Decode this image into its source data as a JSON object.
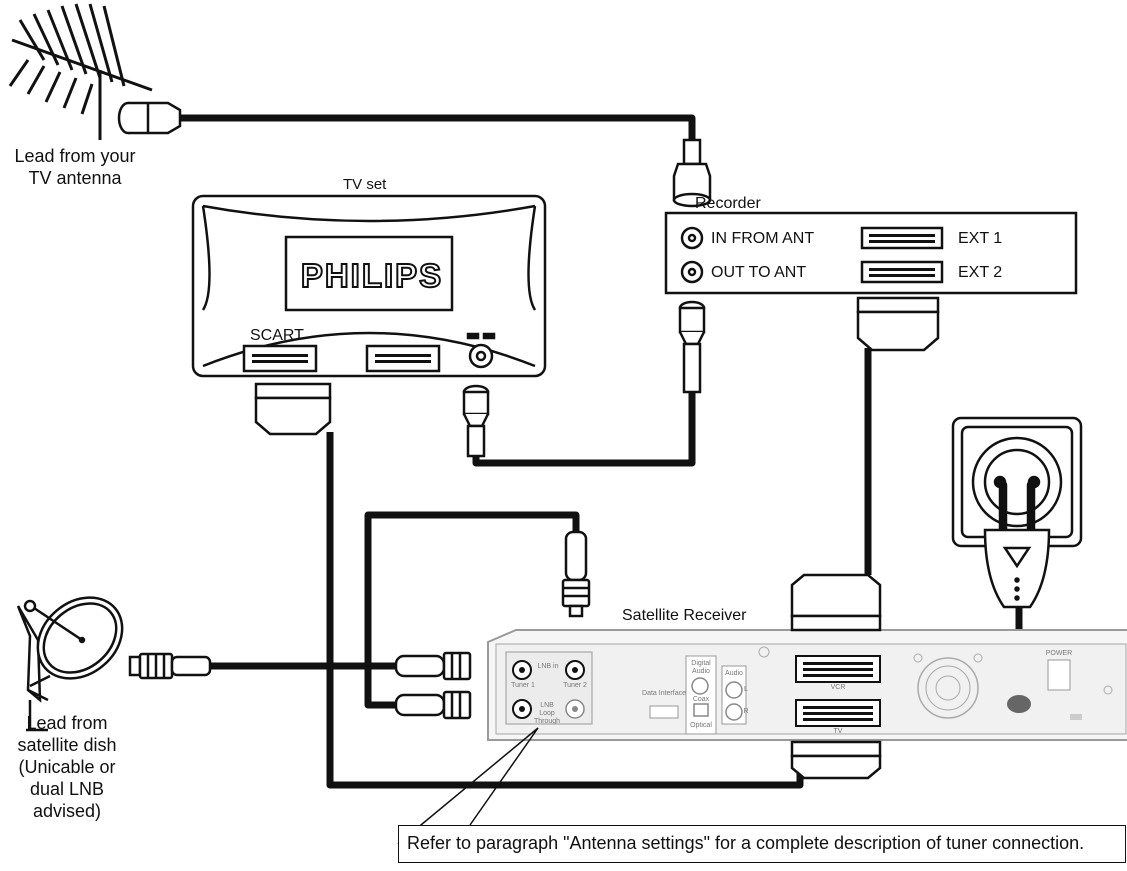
{
  "labels": {
    "antenna": [
      "Lead from your",
      "TV antenna"
    ],
    "tv_set": "TV set",
    "brand": "PHILIPS",
    "scart": "SCART",
    "recorder": "Recorder",
    "in_from_ant": "IN FROM ANT",
    "out_to_ant": "OUT TO ANT",
    "ext1": "EXT 1",
    "ext2": "EXT 2",
    "satellite_receiver": "Satellite Receiver",
    "dish": [
      "Lead from",
      "satellite dish",
      "(Unicable or",
      "dual LNB",
      "advised)"
    ],
    "note": "Refer to paragraph \"Antenna settings\" for a complete description of tuner connection."
  },
  "receiver_panel": {
    "tuner1": "Tuner 1",
    "tuner2": "Tuner 2",
    "lnb_in": "LNB in",
    "lnb_loop": "LNB Loop Through",
    "data_interface": "Data Interface",
    "digital_audio": "Digital Audio",
    "coax": "Coax",
    "optical": "Optical",
    "audio": "Audio",
    "audio_l": "L",
    "audio_r": "R",
    "vcr": "VCR",
    "tv": "TV",
    "power": "POWER"
  },
  "colors": {
    "line": "#111111",
    "receiver_body": "#f4f4f4",
    "receiver_stroke": "#9a9a9a",
    "background": "#ffffff"
  }
}
